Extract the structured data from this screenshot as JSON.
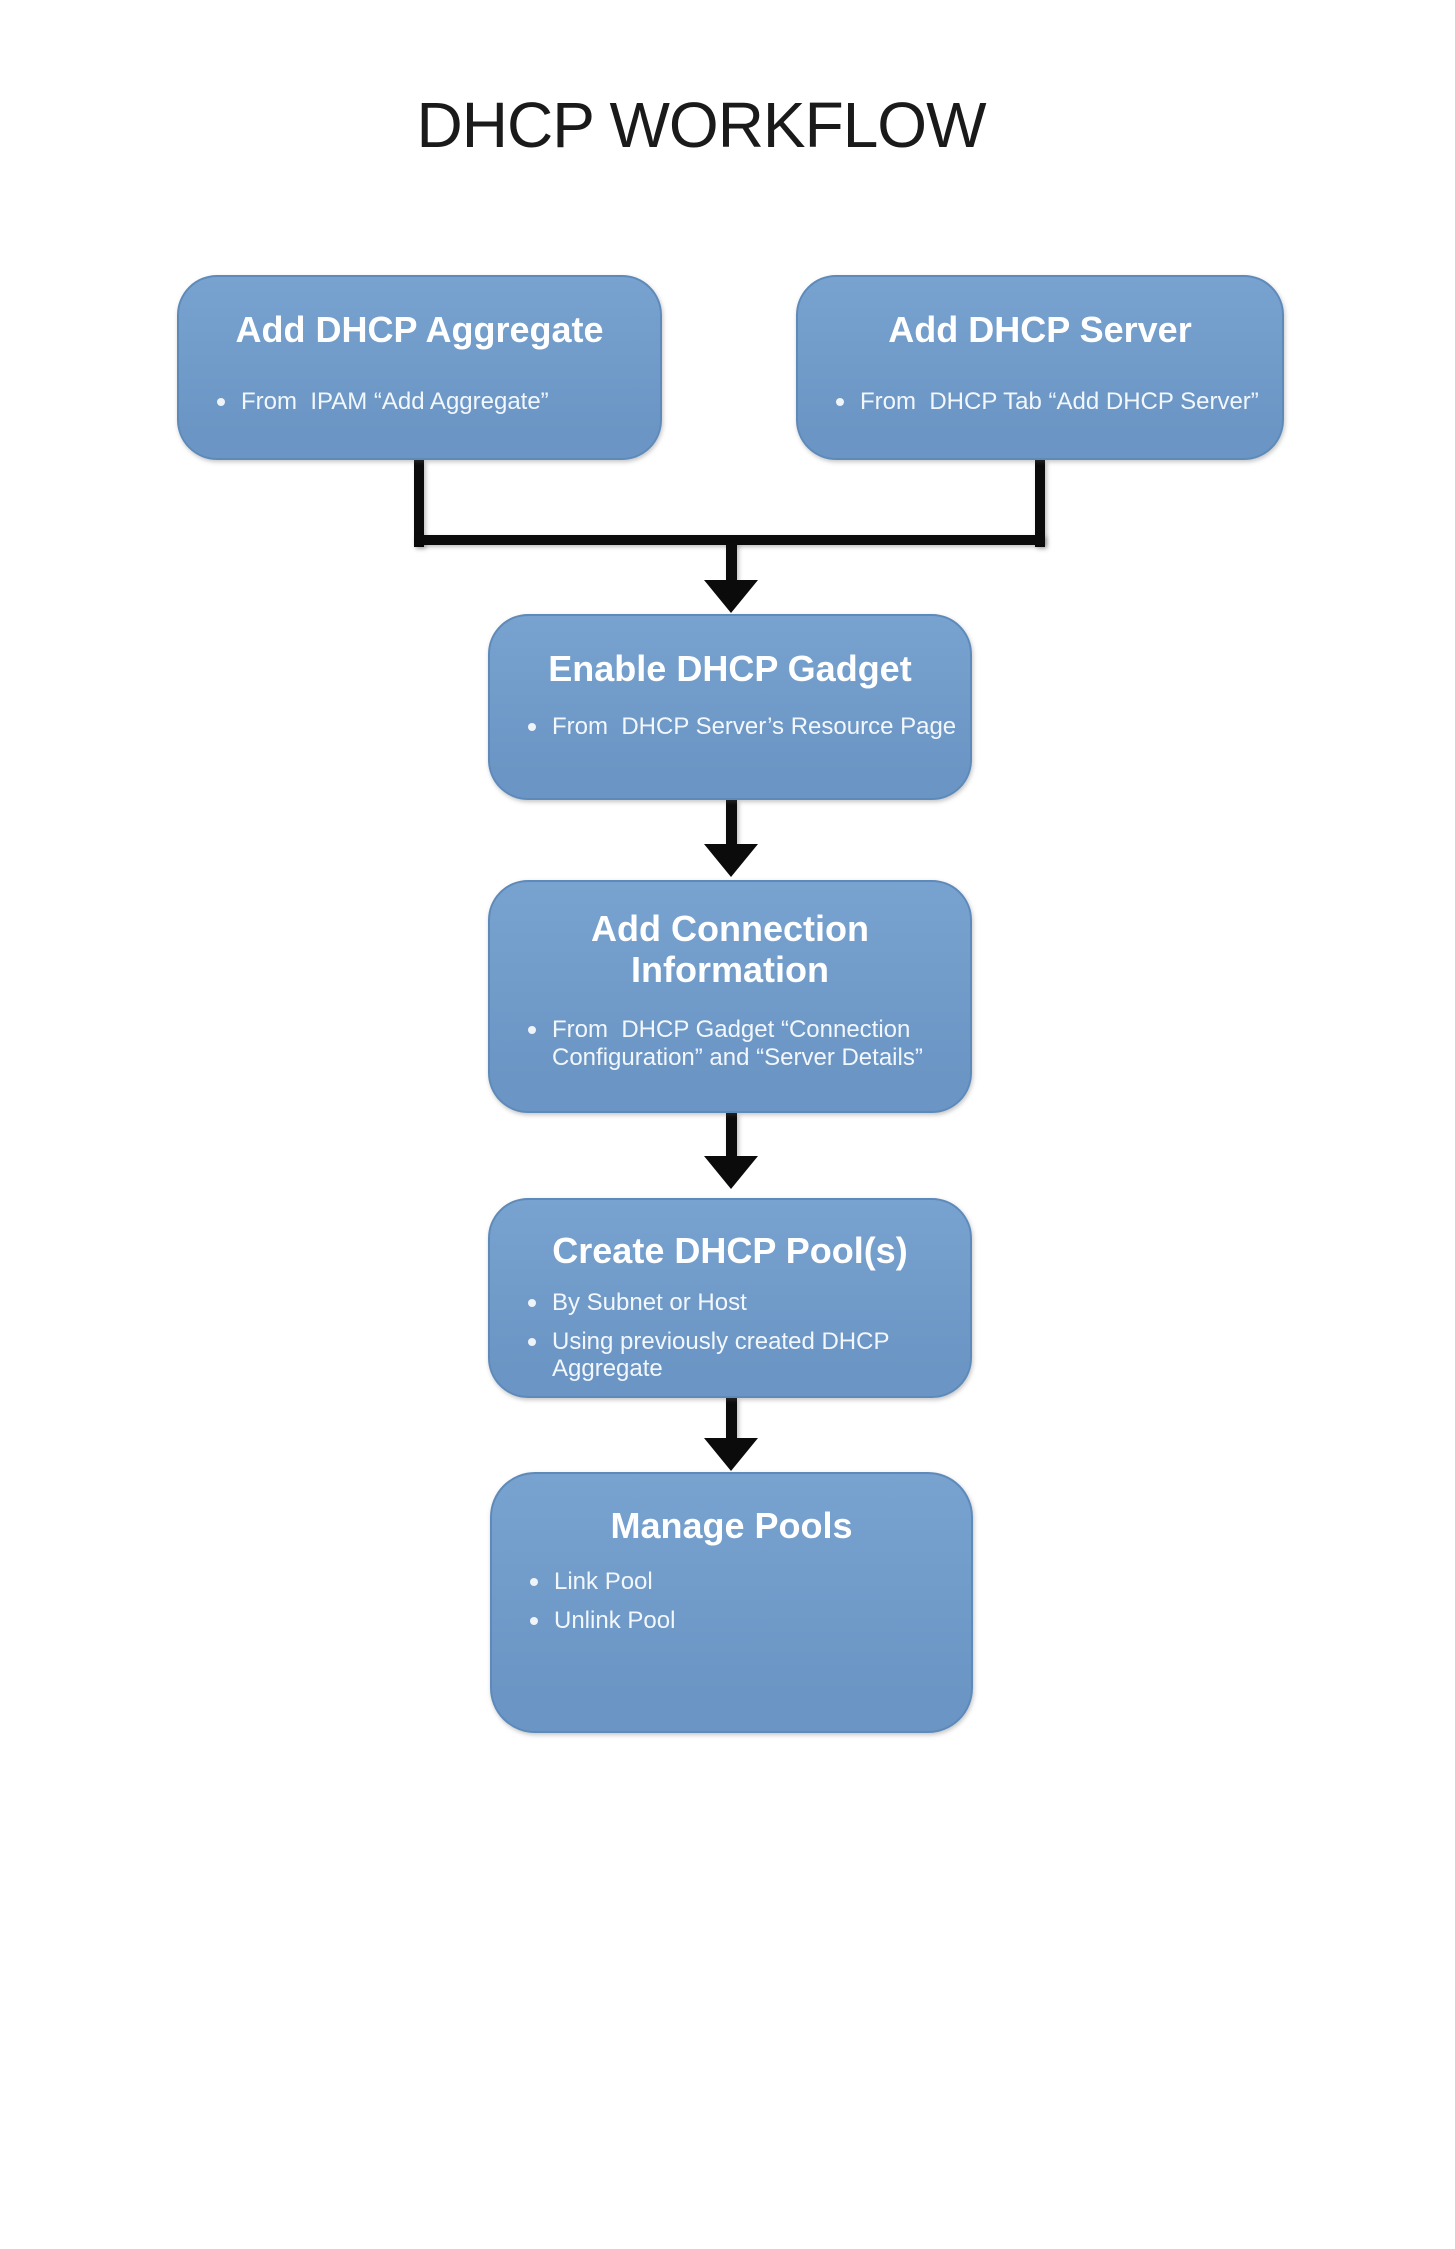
{
  "title": "DHCP WORKFLOW",
  "colors": {
    "page_bg": "#ffffff",
    "title_text": "#1a1a1a",
    "box_fill": "#6b95c4",
    "box_fill_top": "#78a2cf",
    "box_border": "#5e8aba",
    "node_text": "#ffffff",
    "bullet_text": "#f2f7fc",
    "bullet_dot": "#eef4fa",
    "connector": "#0b0b0b"
  },
  "nodes": [
    {
      "id": "add-dhcp-aggregate",
      "title": "Add DHCP Aggregate",
      "bullets": [
        "From  IPAM “Add Aggregate”"
      ]
    },
    {
      "id": "add-dhcp-server",
      "title": "Add DHCP Server",
      "bullets": [
        "From  DHCP Tab “Add DHCP Server”"
      ]
    },
    {
      "id": "enable-dhcp-gadget",
      "title": "Enable DHCP Gadget",
      "bullets": [
        "From  DHCP Server’s Resource Page"
      ]
    },
    {
      "id": "add-connection-information",
      "title": "Add Connection Information",
      "bullets": [
        "From  DHCP Gadget “Connection Configuration” and “Server Details”"
      ]
    },
    {
      "id": "create-dhcp-pools",
      "title": "Create DHCP Pool(s)",
      "bullets": [
        "By Subnet or Host",
        "Using previously created DHCP Aggregate"
      ]
    },
    {
      "id": "manage-pools",
      "title": "Manage Pools",
      "bullets": [
        "Link Pool",
        "Unlink Pool"
      ]
    }
  ]
}
